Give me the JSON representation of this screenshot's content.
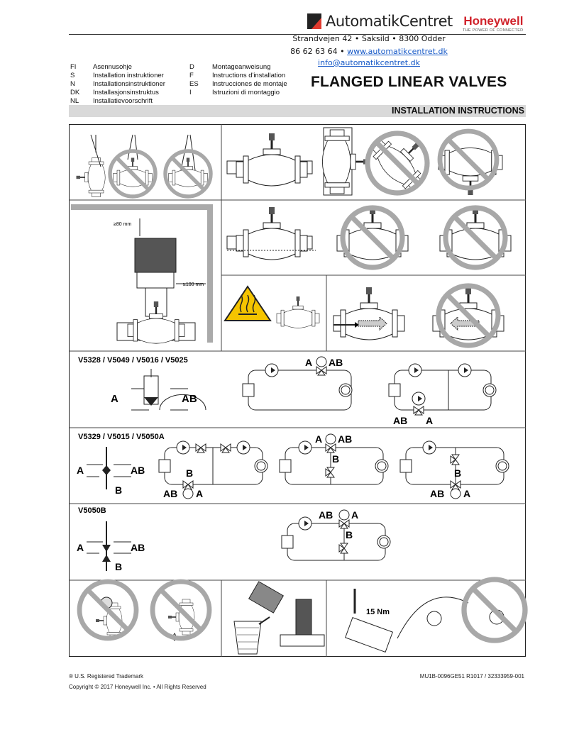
{
  "header": {
    "brand": "AutomatikCentret",
    "honeywell": {
      "name": "Honeywell",
      "tagline": "THE POWER OF CONNECTED"
    },
    "address": "Strandvejen 42 • Saksild • 8300 Odder",
    "phone": "86 62 63 64 •",
    "website": "www.automatikcentret.dk",
    "email": "info@automatikcentret.dk"
  },
  "languages": [
    {
      "code": "FI",
      "label": "Asennusohje"
    },
    {
      "code": "D",
      "label": "Montageanweisung"
    },
    {
      "code": "S",
      "label": "Installation instruktioner"
    },
    {
      "code": "F",
      "label": "Instructions d'installation"
    },
    {
      "code": "N",
      "label": "Installationsinstruktioner"
    },
    {
      "code": "ES",
      "label": "Instrucciones de montaje"
    },
    {
      "code": "DK",
      "label": "Installasjonsinstruktus"
    },
    {
      "code": "I",
      "label": "Istruzioni di montaggio"
    },
    {
      "code": "NL",
      "label": "Installatievoorschrift"
    }
  ],
  "title": "FLANGED LINEAR VALVES",
  "subtitle": "INSTALLATION INSTRUCTIONS",
  "diagrams": {
    "clearance_top": "≥80 mm",
    "clearance_side": "≥100 mm",
    "model_group_1": "V5328 / V5049 / V5016 / V5025",
    "model_group_2": "V5329 / V5015 / V5050A",
    "model_group_3": "V5050B",
    "port_a": "A",
    "port_ab": "AB",
    "port_b": "B",
    "torque": "15 Nm"
  },
  "footer": {
    "trademark": "® U.S. Registered Trademark",
    "copyright": "Copyright ©  2017 Honeywell Inc. • All Rights Reserved",
    "doc_number": "MU1B-0096GE51 R1017 / 32333959-001"
  },
  "colors": {
    "brand_red": "#e03a2e",
    "honeywell_red": "#d0212a",
    "link": "#1558c7",
    "band": "#d9d9d9",
    "warning": "#f5c400"
  }
}
